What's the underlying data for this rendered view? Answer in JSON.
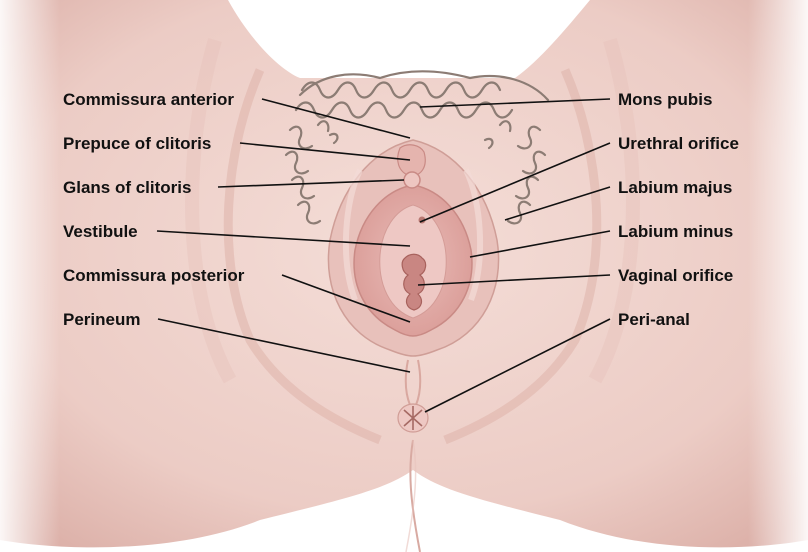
{
  "colors": {
    "background": "#ffffff",
    "skin": "#efd4ce",
    "skin_shadow": "#dfb6ae",
    "skin_light": "#f6e3de",
    "hair": "#8a7a72",
    "tissue": "#e2aaa6",
    "tissue_dark": "#c88681",
    "leader_line": "#111111"
  },
  "labels": {
    "left": [
      {
        "id": "commissura-anterior",
        "text": "Commissura anterior"
      },
      {
        "id": "prepuce-of-clitoris",
        "text": "Prepuce of clitoris"
      },
      {
        "id": "glans-of-clitoris",
        "text": "Glans of clitoris"
      },
      {
        "id": "vestibule",
        "text": "Vestibule"
      },
      {
        "id": "commissura-posterior",
        "text": "Commissura posterior"
      },
      {
        "id": "perineum",
        "text": "Perineum"
      }
    ],
    "right": [
      {
        "id": "mons-pubis",
        "text": "Mons pubis"
      },
      {
        "id": "urethral-orifice",
        "text": "Urethral orifice"
      },
      {
        "id": "labium-majus",
        "text": "Labium majus"
      },
      {
        "id": "labium-minus",
        "text": "Labium minus"
      },
      {
        "id": "vaginal-orifice",
        "text": "Vaginal orifice"
      },
      {
        "id": "peri-anal",
        "text": "Peri-anal"
      }
    ]
  }
}
